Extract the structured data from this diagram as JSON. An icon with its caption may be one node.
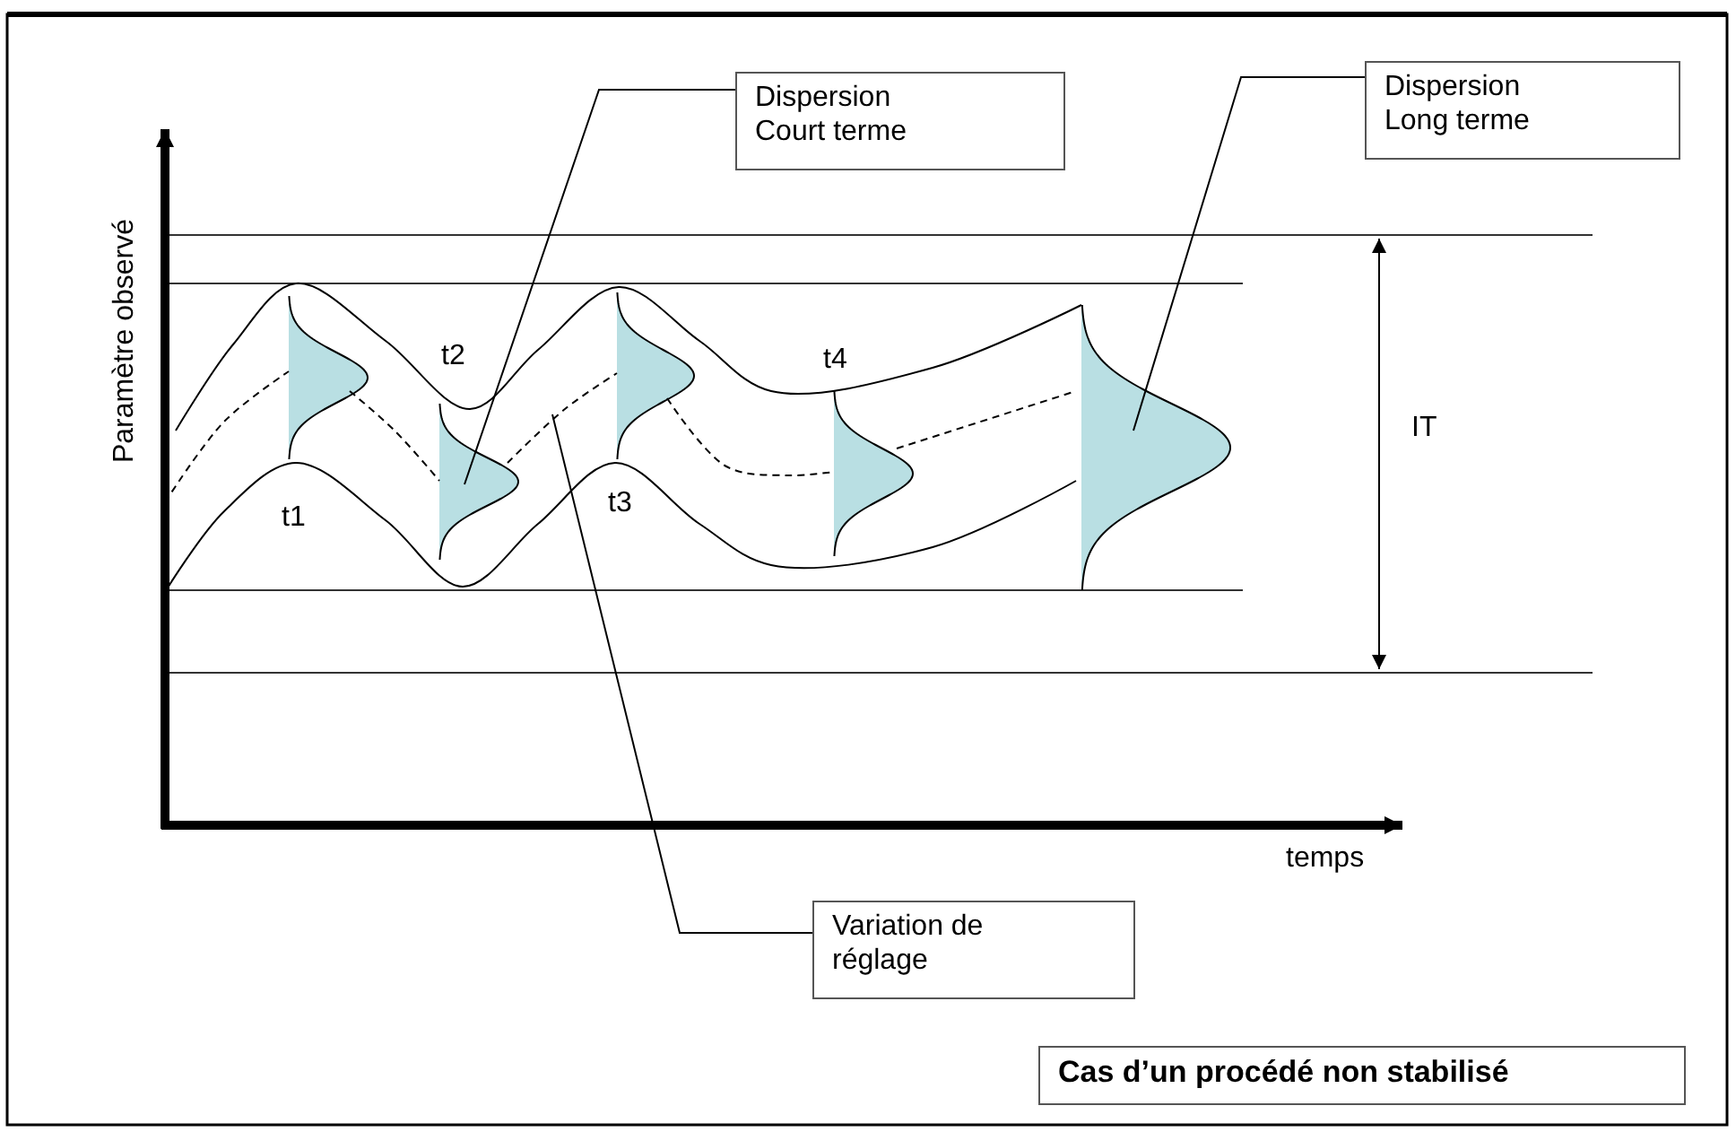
{
  "diagram": {
    "nodes": [
      {
        "text": [
          "Dispersion Court terme"
        ]
      },
      {
        "text": [
          "Dispersion Long terme"
        ]
      },
      {
        "text": [
          "Variation de réglage"
        ]
      },
      {
        "text": [
          "Cas d’un procédé non stabilisé"
        ]
      }
    ],
    "edges": [
      {
        "from": 0,
        "to": null,
        "arrow": "none"
      },
      {
        "from": 1,
        "to": null,
        "arrow": "none"
      },
      {
        "from": 2,
        "to": null,
        "arrow": "none"
      }
    ],
    "labels": [
      "Paramètre observé",
      "t2",
      "t4",
      "t1",
      "t3",
      "IT",
      "temps"
    ]
  }
}
